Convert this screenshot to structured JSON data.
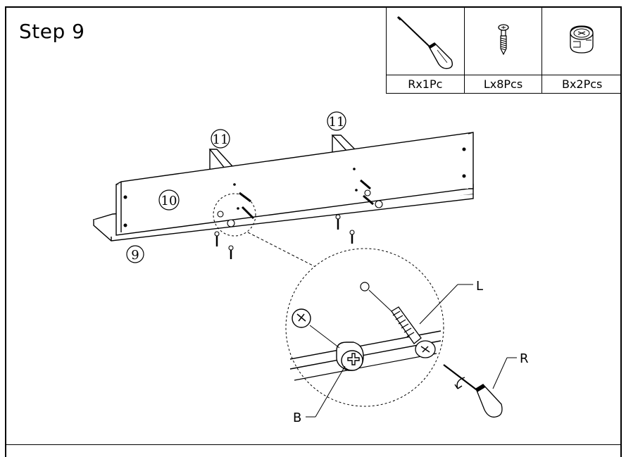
{
  "step": {
    "title": "Step 9"
  },
  "parts": [
    {
      "icon": "screwdriver-icon",
      "label": "Rx1Pc"
    },
    {
      "icon": "screw-icon",
      "label": "Lx8Pcs"
    },
    {
      "icon": "cam-lock-icon",
      "label": "Bx2Pcs"
    }
  ],
  "panels": {
    "left_side": "11",
    "right_side": "11",
    "back": "10",
    "bottom": "9"
  },
  "callouts": {
    "screw": "L",
    "tool": "R",
    "cam": "B"
  }
}
